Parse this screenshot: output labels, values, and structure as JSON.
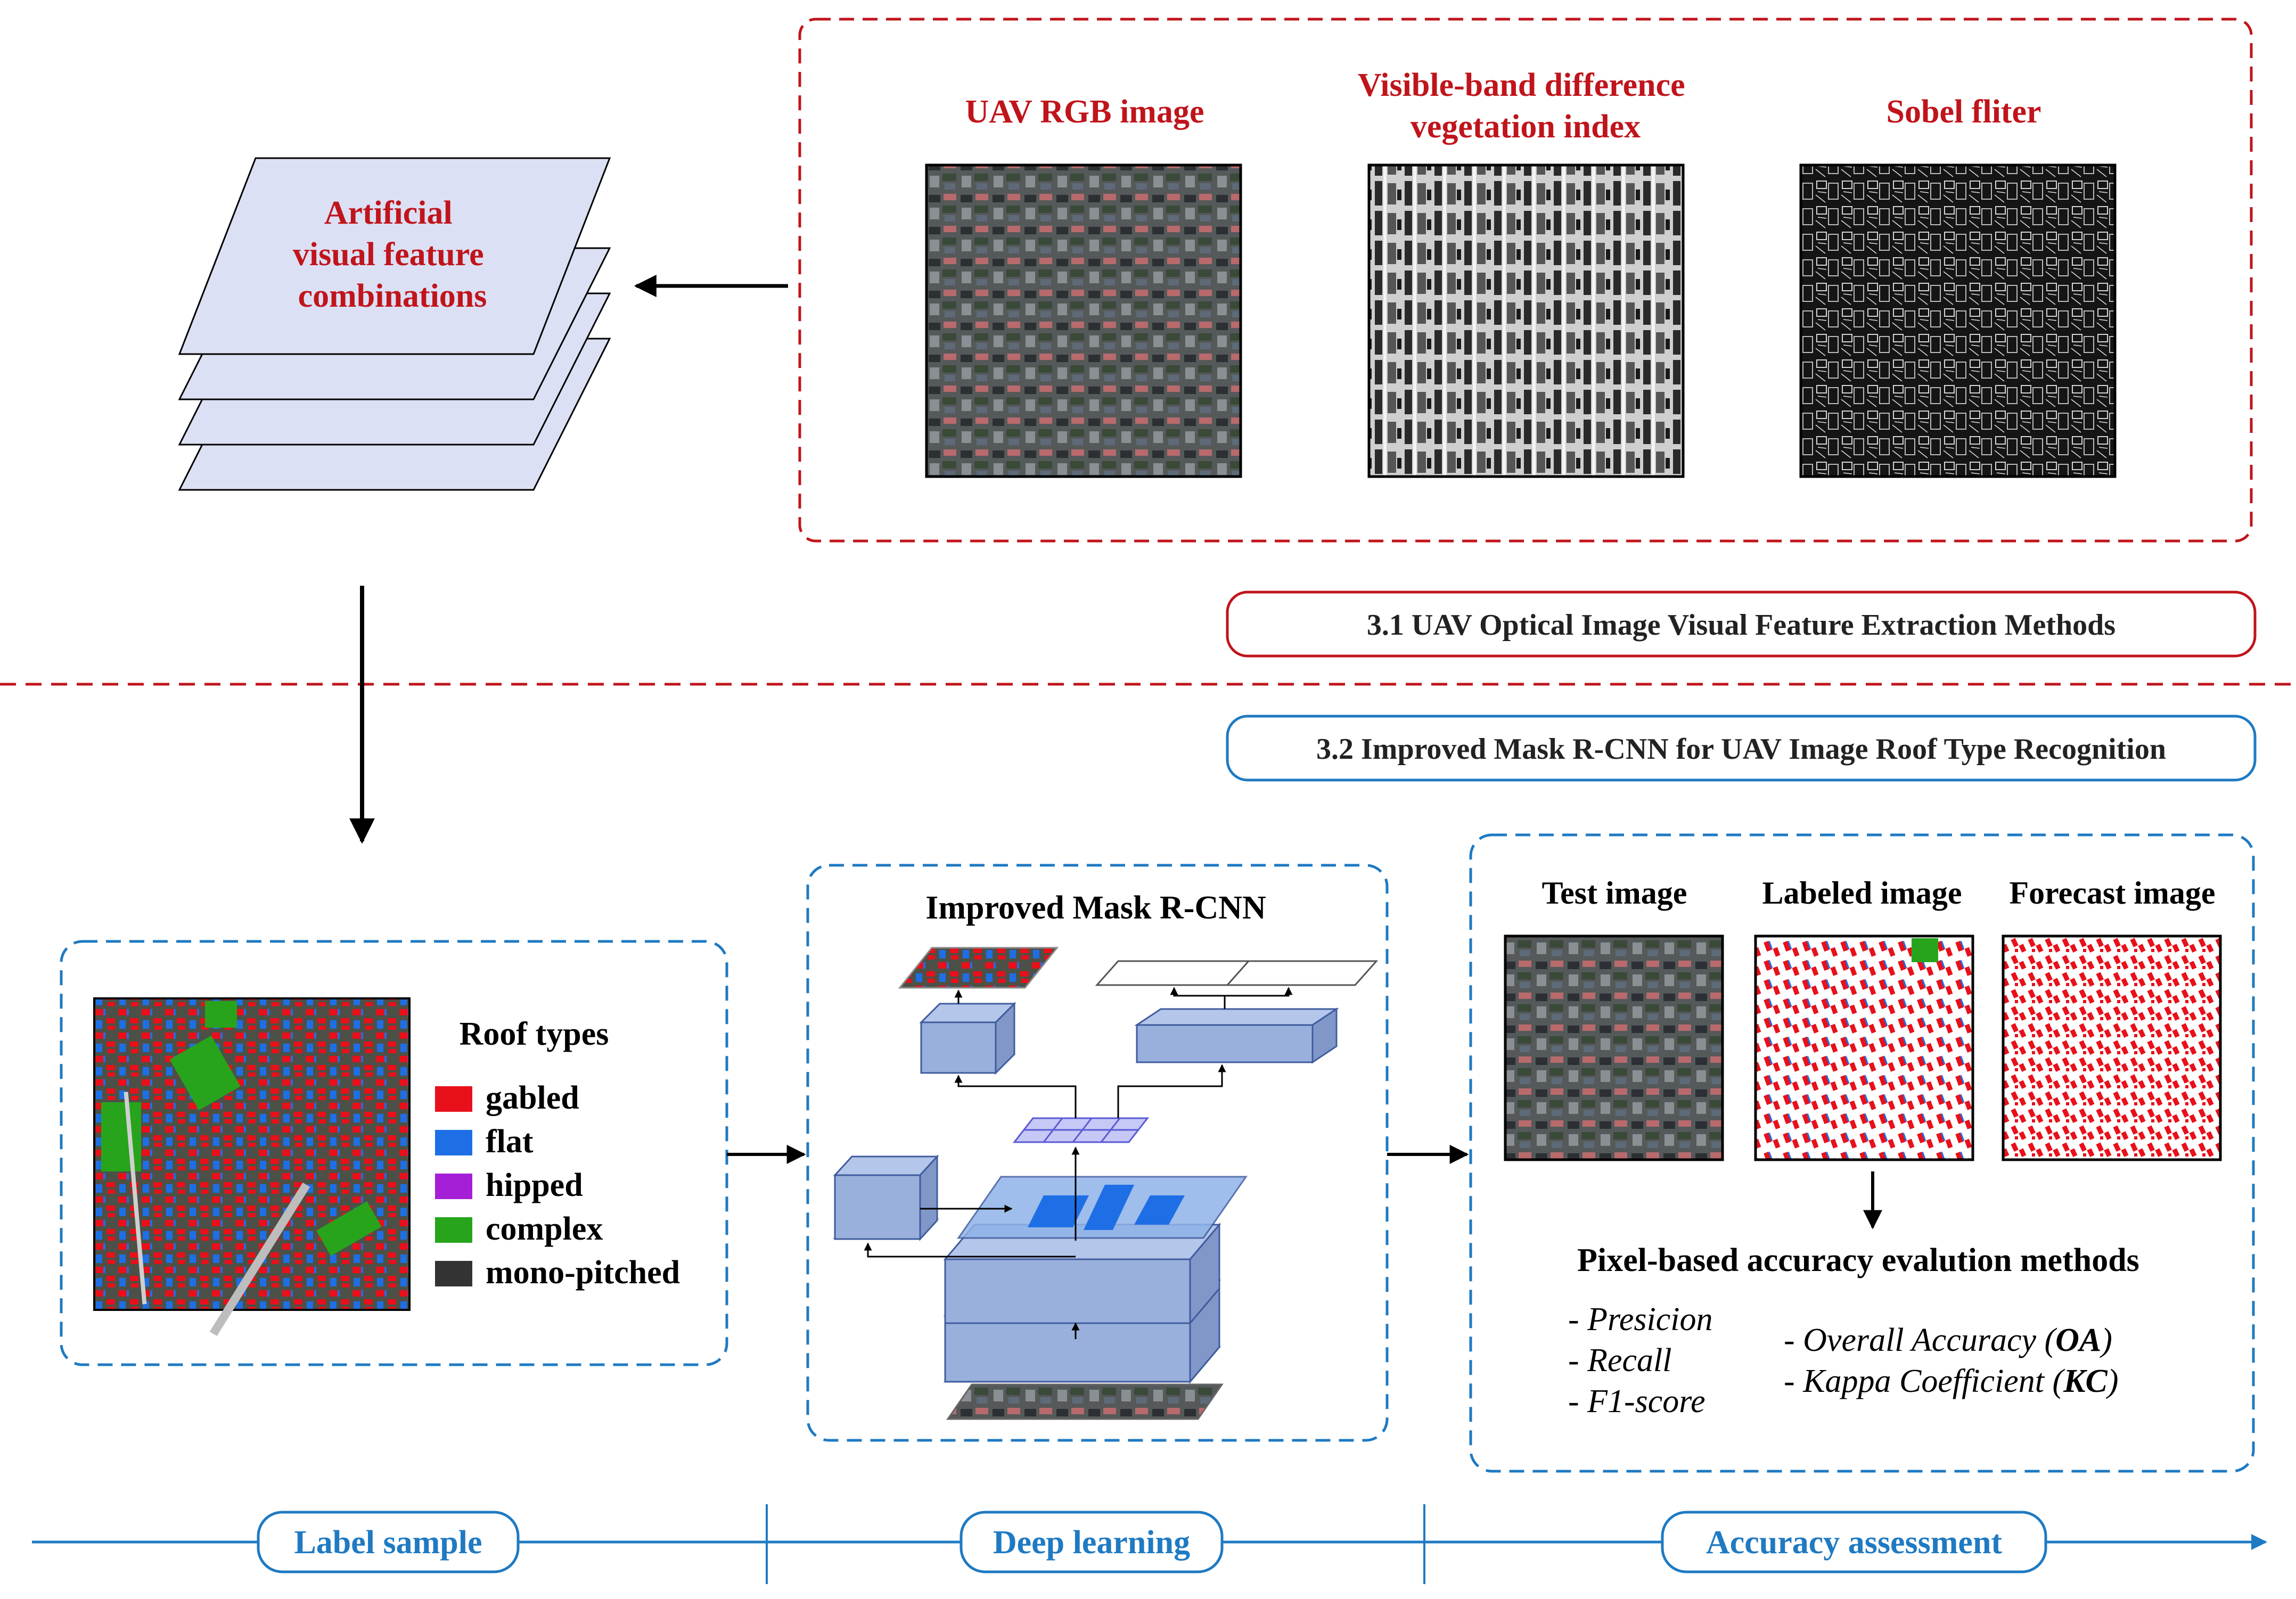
{
  "colors": {
    "red": "#C0141B",
    "blue": "#1F7AC2",
    "layer_fill": "#DCE0F4",
    "block_fill": "#9AB0DC",
    "block_stroke": "#3F5C9E",
    "gabled": "#E8101A",
    "flat": "#1E6FE6",
    "hipped": "#A51FD6",
    "complex": "#27A41C",
    "mono_pitched": "#333333"
  },
  "top_section": {
    "layers_label_lines": [
      "Artificial",
      "visual feature",
      "combinations"
    ],
    "panels": [
      {
        "title_lines": [
          "UAV RGB image"
        ],
        "image_name": "uav-rgb-image"
      },
      {
        "title_lines": [
          "Visible-band difference",
          "vegetation index"
        ],
        "image_name": "vdvi-image"
      },
      {
        "title_lines": [
          "Sobel fliter"
        ],
        "image_name": "sobel-filter-image"
      }
    ],
    "section_label": "3.1 UAV Optical Image Visual Feature Extraction Methods"
  },
  "bottom_section": {
    "section_label": "3.2 Improved Mask R-CNN for UAV Image Roof Type Recognition",
    "label_sample": {
      "legend_title": "Roof types",
      "legend": [
        {
          "label": "gabled",
          "color_key": "gabled"
        },
        {
          "label": "flat",
          "color_key": "flat"
        },
        {
          "label": "hipped",
          "color_key": "hipped"
        },
        {
          "label": "complex",
          "color_key": "complex"
        },
        {
          "label": "mono-pitched",
          "color_key": "mono_pitched"
        }
      ]
    },
    "deep_learning": {
      "title": "Improved Mask R-CNN"
    },
    "accuracy": {
      "image_titles": [
        "Test image",
        "Labeled image",
        "Forecast image"
      ],
      "methods_title": "Pixel-based accuracy evalution methods",
      "metrics_left": [
        "- Presicion",
        "- Recall",
        "- F1-score"
      ],
      "metrics_right": [
        {
          "text": "- Overall Accuracy",
          "abbr": "OA"
        },
        {
          "text": "- Kappa Coefficient",
          "abbr": "KC"
        }
      ]
    }
  },
  "timeline": [
    "Label sample",
    "Deep learning",
    "Accuracy assessment"
  ]
}
